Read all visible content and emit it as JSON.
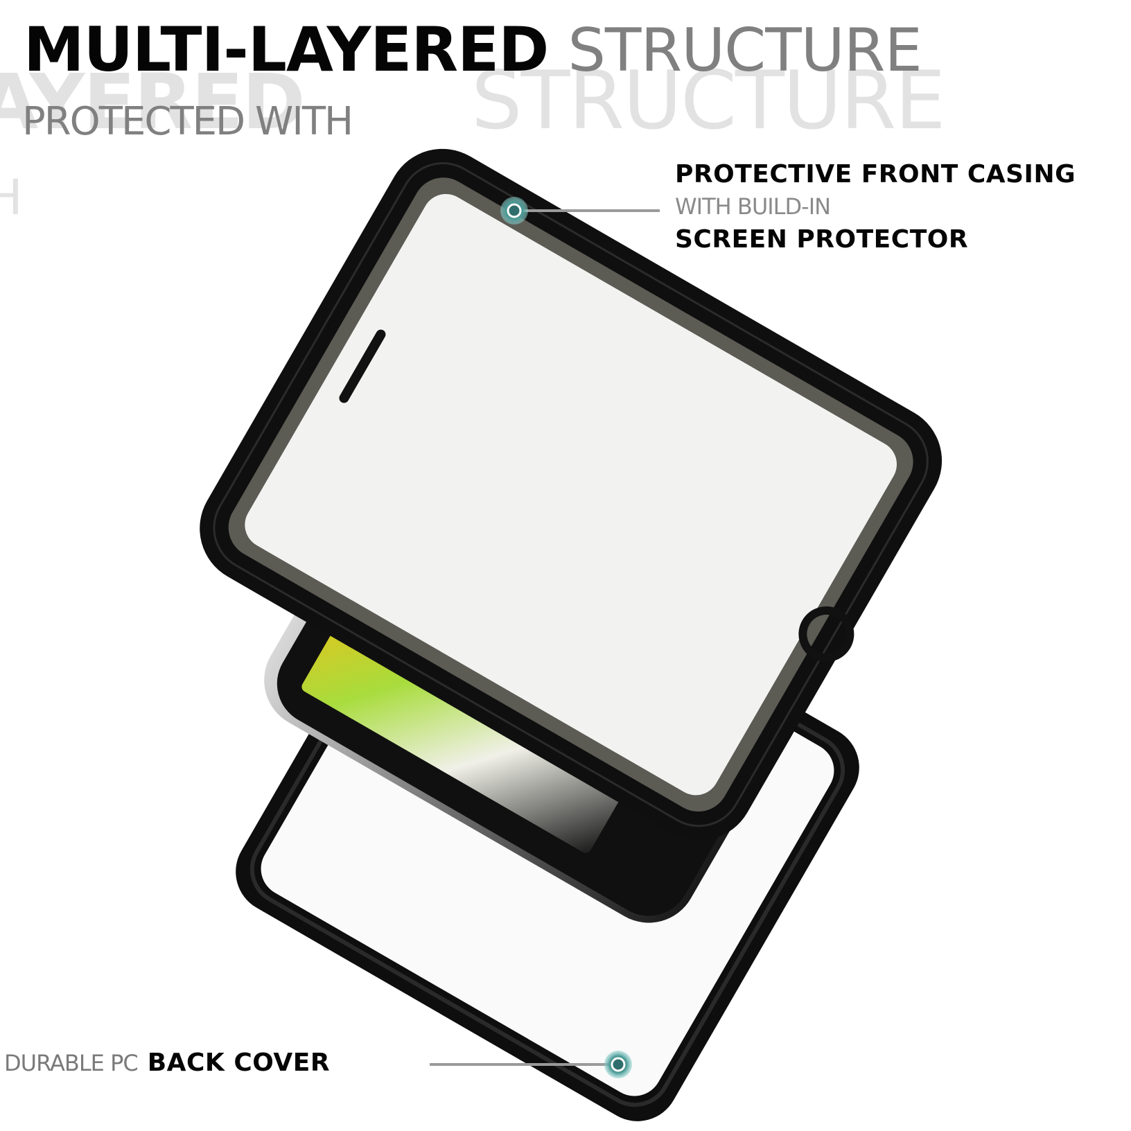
{
  "background": {
    "ghost_text_1": "AYERED",
    "ghost_text_2": "STRUCTURE",
    "ghost_text_3": "H"
  },
  "headline": {
    "bold": "MULTI-LAYERED",
    "light": "STRUCTURE"
  },
  "subhead": "PROTECTED WITH",
  "callouts": {
    "front": {
      "line1": "PROTECTIVE FRONT CASING",
      "line2": "WITH BUILD-IN",
      "line3": "SCREEN PROTECTOR",
      "marker_icon": "callout-marker-icon"
    },
    "back": {
      "prefix": "DURABLE PC",
      "label": "BACK COVER",
      "marker_icon": "callout-marker-icon"
    }
  },
  "layers": [
    {
      "name": "front-casing",
      "description": "Black protective front frame with clear screen protector"
    },
    {
      "name": "phone",
      "description": "Black smartphone with yellow-green wallpaper and home button"
    },
    {
      "name": "back-cover",
      "description": "Black PC back cover frame with clear back panel"
    }
  ],
  "colors": {
    "headline": "#050505",
    "accent_gray": "#808080",
    "ghost": "#e2e2e2",
    "marker_teal": "#2f7a78",
    "marker_ring": "#8fd0cd",
    "case_black": "#0d0d0d",
    "wallpaper_yellow": "#f2d21a",
    "wallpaper_green": "#9fd63a"
  }
}
